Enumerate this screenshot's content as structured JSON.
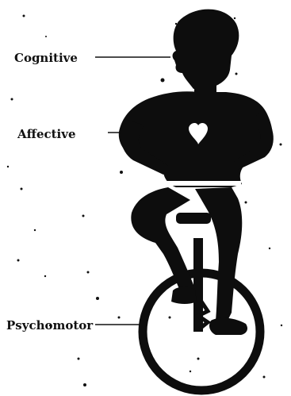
{
  "diagram": {
    "labels": {
      "cognitive": "Cognitive",
      "affective": "Affective",
      "psychomotor": "Psychomotor"
    },
    "colors": {
      "figure": "#0d0d0d",
      "heart": "#ffffff",
      "background": "#ffffff"
    },
    "icons": {
      "figure": "unicyclist-silhouette",
      "heart": "heart-icon",
      "wheel": "unicycle-wheel"
    }
  }
}
